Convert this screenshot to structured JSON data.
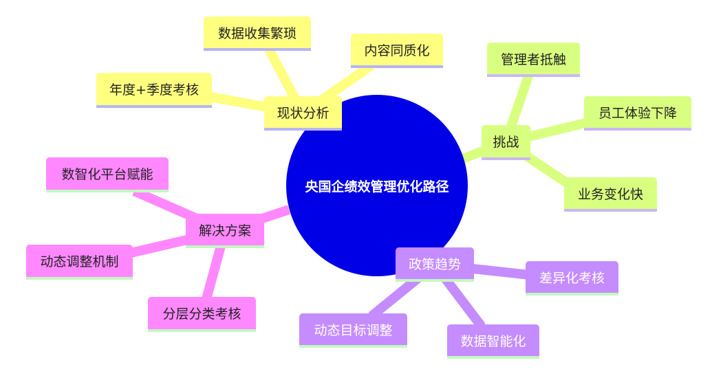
{
  "root": {
    "label": "央国企绩效管理优化路径",
    "color": "#0000e6"
  },
  "branches": [
    {
      "label": "现状分析",
      "color": "#ffff80",
      "children": [
        "数据收集繁琐",
        "内容同质化",
        "年度+季度考核"
      ]
    },
    {
      "label": "挑战",
      "color": "#d9ff80",
      "children": [
        "管理者抵触",
        "员工体验下降",
        "业务变化快"
      ]
    },
    {
      "label": "解决方案",
      "color": "#ff88ff",
      "children": [
        "数智化平台赋能",
        "动态调整机制",
        "分层分类考核"
      ]
    },
    {
      "label": "政策趋势",
      "color": "#c58cff",
      "children": [
        "差异化考核",
        "动态目标调整",
        "数据智能化"
      ]
    }
  ]
}
